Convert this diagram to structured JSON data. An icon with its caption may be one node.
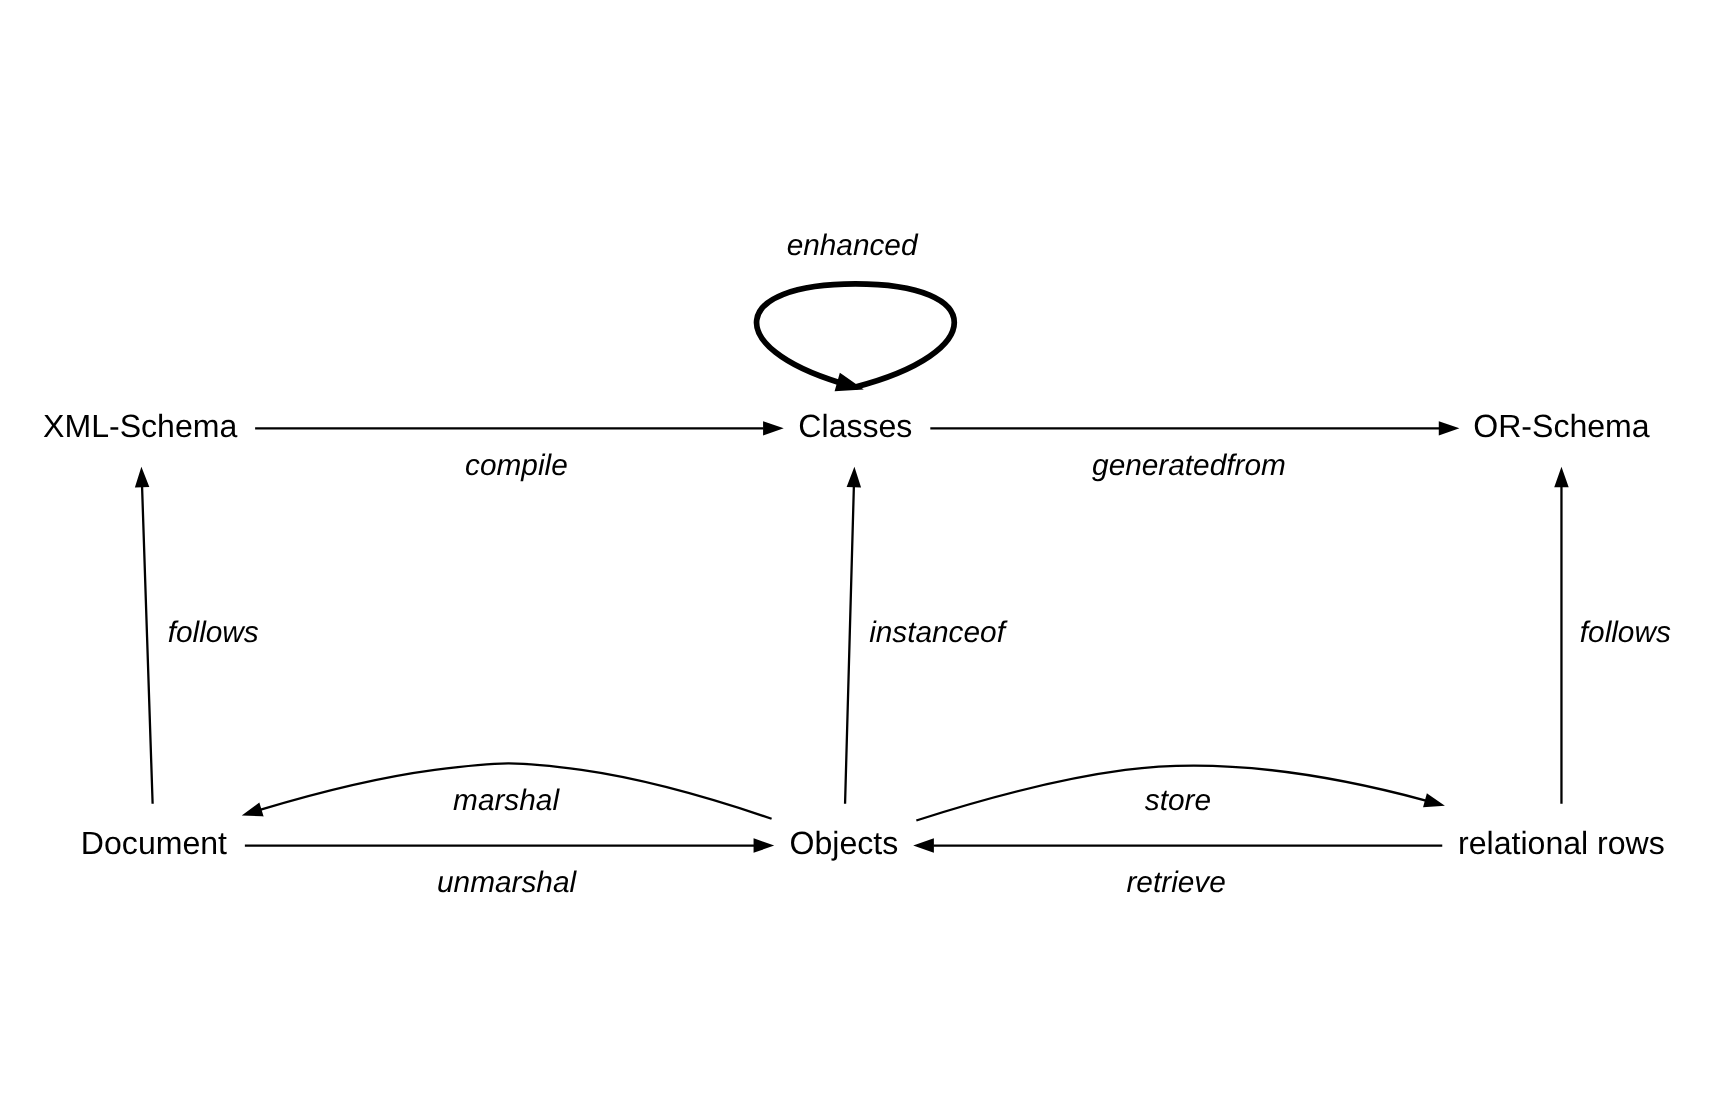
{
  "diagram": {
    "nodes": [
      {
        "text": [
          "XML-Schema"
        ]
      },
      {
        "text": [
          "Classes"
        ]
      },
      {
        "text": [
          "OR-Schema"
        ]
      },
      {
        "text": [
          "Document"
        ]
      },
      {
        "text": [
          "Objects"
        ]
      },
      {
        "text": [
          "relational rows"
        ]
      }
    ],
    "edges": [
      {
        "from": 0,
        "to": 1,
        "arrow": "to",
        "label": "compile"
      },
      {
        "from": 1,
        "to": 1,
        "arrow": "to",
        "label": "enhanced",
        "style": "thick"
      },
      {
        "from": 1,
        "to": 2,
        "arrow": "to",
        "label": "generatedfrom"
      },
      {
        "from": 3,
        "to": 0,
        "arrow": "to",
        "label": "follows"
      },
      {
        "from": 4,
        "to": 1,
        "arrow": "to",
        "label": "instanceof"
      },
      {
        "from": 5,
        "to": 2,
        "arrow": "to",
        "label": "follows"
      },
      {
        "from": 3,
        "to": 4,
        "arrow": "to",
        "label": "unmarshal"
      },
      {
        "from": 4,
        "to": 3,
        "arrow": "to",
        "label": "marshal"
      },
      {
        "from": 4,
        "to": 5,
        "arrow": "to",
        "label": "store"
      },
      {
        "from": 5,
        "to": 4,
        "arrow": "to",
        "label": "retrieve"
      }
    ]
  }
}
